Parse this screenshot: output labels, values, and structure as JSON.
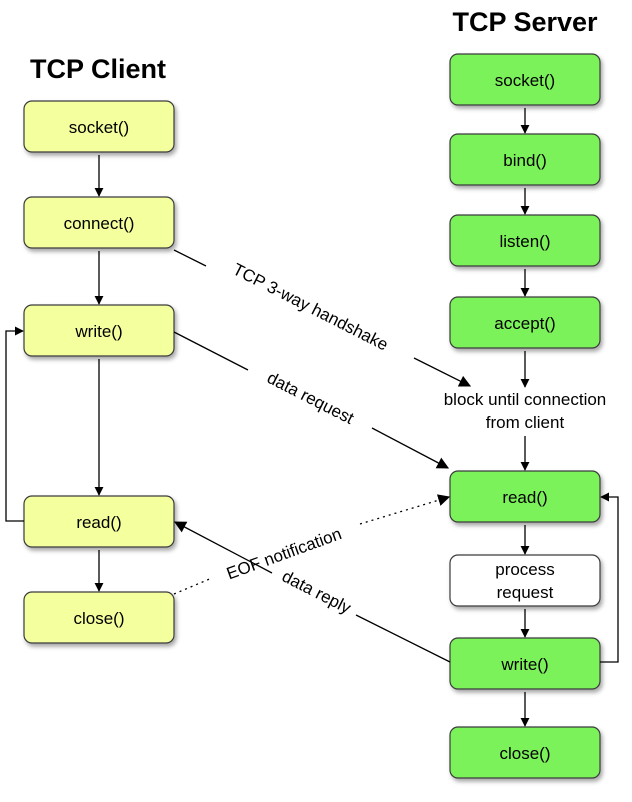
{
  "client": {
    "title": "TCP Client",
    "nodes": {
      "socket": "socket()",
      "connect": "connect()",
      "write": "write()",
      "read": "read()",
      "close": "close()"
    }
  },
  "server": {
    "title": "TCP Server",
    "nodes": {
      "socket": "socket()",
      "bind": "bind()",
      "listen": "listen()",
      "accept": "accept()",
      "block_line1": "block until connection",
      "block_line2": "from client",
      "read": "read()",
      "process_line1": "process",
      "process_line2": "request",
      "write": "write()",
      "close": "close()"
    }
  },
  "edges": {
    "handshake": "TCP 3-way handshake",
    "data_request": "data request",
    "eof": "EOF notification",
    "data_reply": "data reply"
  },
  "colors": {
    "client_fill": "#f4ff9e",
    "server_fill": "#7cf25a",
    "process_fill": "#ffffff",
    "stroke": "#3a3a3a"
  }
}
